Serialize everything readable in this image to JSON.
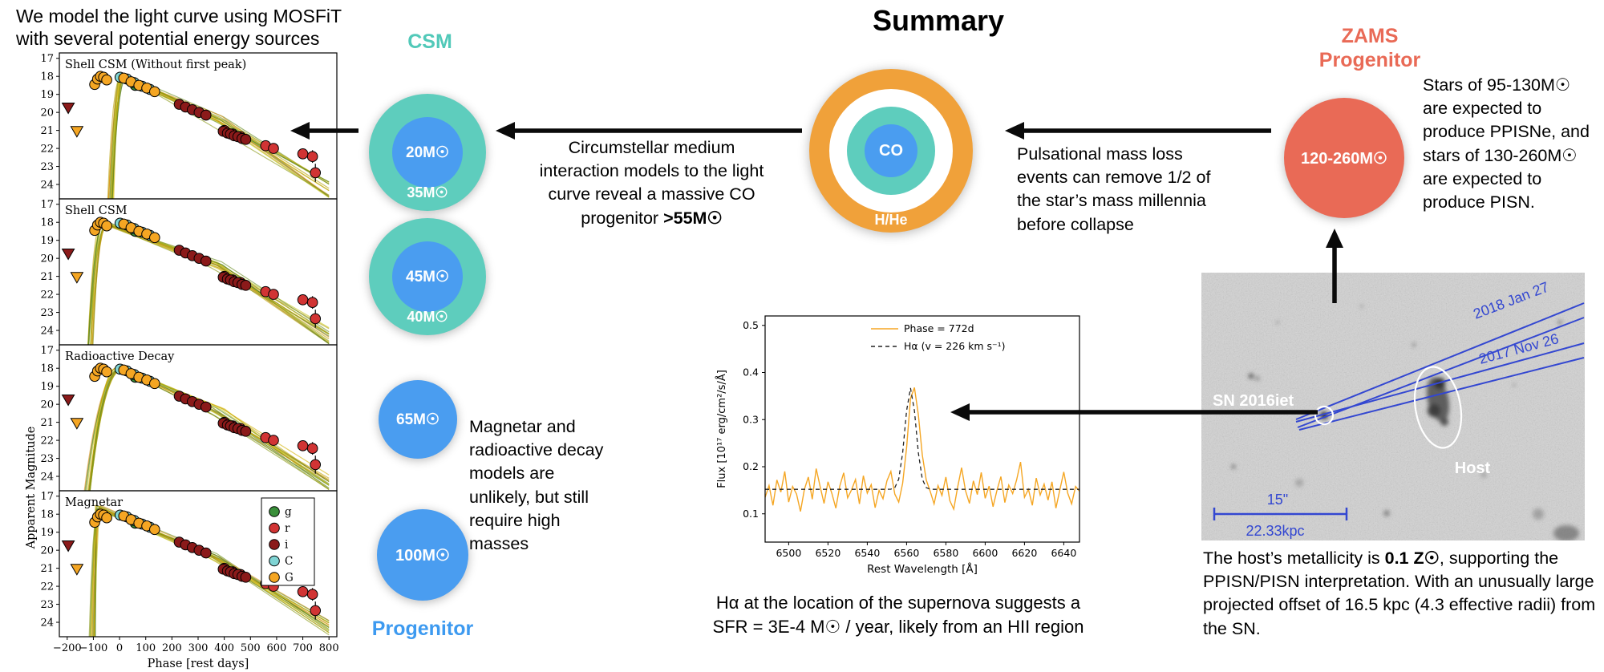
{
  "figure_title": "Summary",
  "intro": {
    "line1": "We model the light curve using MOSFiT",
    "line2": "with several potential energy sources"
  },
  "csm_column": {
    "label": "CSM",
    "shell_circles": [
      {
        "core_mass": "20M☉",
        "shell_mass": "35M☉"
      },
      {
        "core_mass": "45M☉",
        "shell_mass": "40M☉"
      }
    ],
    "bare_circles": [
      {
        "mass": "65M☉"
      },
      {
        "mass": "100M☉"
      }
    ],
    "note": "Magnetar and radioactive decay models are unlikely, but still require high masses",
    "progenitor_label": "Progenitor"
  },
  "csm_text": {
    "line1": "Circumstellar medium",
    "line2": "interaction models to the light",
    "line3": "curve reveal a massive CO",
    "line4_normal": "progenitor ",
    "line4_bold": ">55M☉"
  },
  "star_diagram": {
    "core": "CO",
    "shell": "CO",
    "envelope": "H/He"
  },
  "pulsational_text": {
    "line1": "Pulsational mass loss",
    "line2": "events can remove 1/2 of",
    "line3": "the star’s mass millennia",
    "line4": "before collapse"
  },
  "zams": {
    "label_line1": "ZAMS",
    "label_line2": "Progenitor",
    "mass": "120-260M☉",
    "note": "Stars of 95-130M☉ are expected to produce PPISNe, and stars of 130-260M☉ are expected to produce PISN."
  },
  "spectrum_caption": {
    "line1": "Hα at the location of the supernova suggests a",
    "line2": "SFR = 3E-4 M☉ / year, likely from an HII region"
  },
  "host": {
    "sn_label": "SN 2016iet",
    "host_label": "Host",
    "epoch1": "2018 Jan 27",
    "epoch2": "2017 Nov 26",
    "scale_arcsec": "15\"",
    "scale_kpc": "22.33kpc",
    "caption_pre": "The host’s metallicity is ",
    "caption_bold": "0.1 Z☉",
    "caption_post": ", supporting the PPISN/PISN interpretation. With an unusually large projected offset of 16.5 kpc (4.3 effective radii) from the SN."
  },
  "colors": {
    "teal": "#52c9b9",
    "blue": "#4a9df0",
    "envelope_orange": "#f0a13a",
    "salmon": "#e96a56",
    "arrow_black": "#0a0a0a",
    "annotation_blue": "#3347d1",
    "spectrum_orange": "#f5a623"
  },
  "chart_data": [
    {
      "id": "lightcurve-models",
      "type": "scatter",
      "xlabel": "Phase [rest days]",
      "ylabel": "Apparent Magnitude",
      "xlim": [
        -230,
        830
      ],
      "xticks": [
        -200,
        -100,
        0,
        100,
        200,
        300,
        400,
        500,
        600,
        700,
        800
      ],
      "yticks": [
        17,
        18,
        19,
        20,
        21,
        22,
        23,
        24
      ],
      "mag_top": 16.7,
      "mag_bottom": 24.8,
      "n_model_curves": 16,
      "model_palette": [
        "#b8a206",
        "#8a9a1a",
        "#d4b306",
        "#6b8e23",
        "#e0941e",
        "#4e7d1f",
        "#c3c31a"
      ],
      "panels": [
        {
          "title": "Shell CSM (Without first peak)",
          "model": {
            "rise_start": -35,
            "peak_phase": 15,
            "peak_mag": 18.0,
            "spread": 0.24
          }
        },
        {
          "title": "Shell CSM",
          "model": {
            "rise_start": -115,
            "peak_phase": -55,
            "peak_mag": 18.05,
            "spread": 0.24
          }
        },
        {
          "title": "Radioactive Decay",
          "model": {
            "rise_start": -130,
            "peak_phase": 10,
            "peak_mag": 18.0,
            "spread": 0.2
          }
        },
        {
          "title": "Magnetar",
          "model": {
            "rise_start": -105,
            "peak_phase": -80,
            "peak_mag": 17.65,
            "spread": 0.3
          },
          "legend": true
        }
      ],
      "bands": [
        {
          "name": "g",
          "color": "#3a8f3a",
          "points": [
            [
              60,
              18.5
            ]
          ]
        },
        {
          "name": "r",
          "color": "#d13434",
          "points": [
            [
              400,
              21.0
            ],
            [
              432,
              21.2
            ],
            [
              462,
              21.35
            ],
            [
              558,
              21.85,
              0.2
            ],
            [
              588,
              22.0,
              0.2
            ],
            [
              700,
              22.3,
              0.3
            ],
            [
              737,
              22.45,
              0.35
            ],
            [
              748,
              23.35,
              0.5
            ]
          ]
        },
        {
          "name": "i",
          "color": "#8b1a1a",
          "points": [
            [
              228,
              19.55
            ],
            [
              252,
              19.7
            ],
            [
              278,
              19.85
            ],
            [
              304,
              20.0
            ],
            [
              330,
              20.15
            ],
            [
              396,
              21.05
            ],
            [
              412,
              21.15
            ],
            [
              424,
              21.2
            ],
            [
              438,
              21.3
            ],
            [
              452,
              21.35
            ],
            [
              468,
              21.45
            ],
            [
              482,
              21.5
            ]
          ]
        },
        {
          "name": "C",
          "color": "#7fd4d4",
          "points": [
            [
              2,
              18.05
            ],
            [
              28,
              18.15
            ],
            [
              56,
              18.35
            ],
            [
              86,
              18.55
            ],
            [
              116,
              18.72
            ]
          ]
        },
        {
          "name": "G",
          "color": "#f5a623",
          "points": [
            [
              -95,
              18.45
            ],
            [
              -84,
              18.15
            ],
            [
              -73,
              18.0
            ],
            [
              -61,
              18.05
            ],
            [
              -49,
              18.2
            ],
            [
              16,
              18.1
            ],
            [
              44,
              18.3
            ],
            [
              74,
              18.5
            ],
            [
              104,
              18.65
            ],
            [
              134,
              18.85
            ]
          ]
        }
      ],
      "upper_limits": [
        {
          "band": "i",
          "color": "#8b1a1a",
          "phase": -196,
          "mag": 19.75
        },
        {
          "band": "G",
          "color": "#f5a623",
          "phase": -163,
          "mag": 21.05
        }
      ]
    },
    {
      "id": "halpha-spectrum",
      "type": "line",
      "xlabel": "Rest Wavelength [Å]",
      "ylabel": "Flux [10¹⁷ erg/cm²/s/Å]",
      "xlim": [
        6488,
        6648
      ],
      "ylim": [
        0.04,
        0.52
      ],
      "xticks": [
        6500,
        6520,
        6540,
        6560,
        6580,
        6600,
        6620,
        6640
      ],
      "yticks": [
        0.1,
        0.2,
        0.3,
        0.4,
        0.5
      ],
      "legend": [
        {
          "label": "Phase = 772d",
          "style": "solid",
          "color": "#f5a623"
        },
        {
          "label": "Hα (v = 226 km s⁻¹)",
          "style": "dashed",
          "color": "#222222"
        }
      ],
      "x_start": 6488,
      "x_step": 2,
      "flux": [
        0.135,
        0.16,
        0.118,
        0.172,
        0.146,
        0.19,
        0.125,
        0.158,
        0.142,
        0.105,
        0.152,
        0.178,
        0.131,
        0.196,
        0.158,
        0.122,
        0.168,
        0.143,
        0.112,
        0.159,
        0.187,
        0.134,
        0.151,
        0.173,
        0.121,
        0.181,
        0.144,
        0.162,
        0.113,
        0.15,
        0.132,
        0.17,
        0.19,
        0.142,
        0.125,
        0.165,
        0.24,
        0.345,
        0.368,
        0.31,
        0.225,
        0.172,
        0.148,
        0.121,
        0.16,
        0.139,
        0.178,
        0.128,
        0.11,
        0.157,
        0.198,
        0.149,
        0.122,
        0.17,
        0.141,
        0.188,
        0.133,
        0.159,
        0.115,
        0.15,
        0.179,
        0.124,
        0.161,
        0.143,
        0.172,
        0.21,
        0.135,
        0.152,
        0.118,
        0.176,
        0.14,
        0.163,
        0.129,
        0.168,
        0.112,
        0.151,
        0.189,
        0.144,
        0.121,
        0.158,
        0.148
      ],
      "halpha_model": {
        "baseline": 0.152,
        "center": 6562,
        "amplitude": 0.215,
        "sigma": 2.8
      }
    }
  ]
}
